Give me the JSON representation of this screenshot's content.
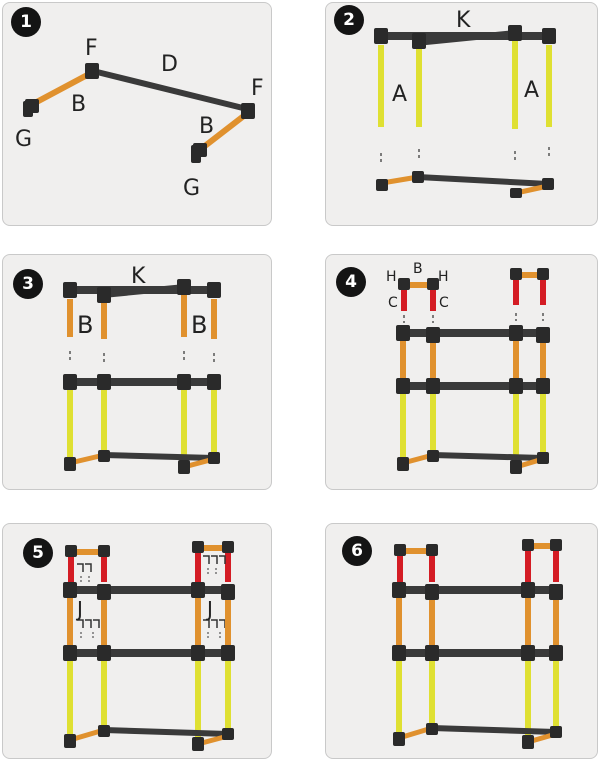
{
  "colors": {
    "pipe_dark": "#3a3a3a",
    "joint": "#2a2a2a",
    "orange": "#e0912e",
    "yellow": "#dfe032",
    "red": "#d41c24",
    "panel_bg": "#f0efee",
    "panel_border": "#c9c9c9",
    "badge_bg": "#141414"
  },
  "steps": [
    {
      "number": "1",
      "labels": {
        "f1": "F",
        "d": "D",
        "f2": "F",
        "b1": "B",
        "b2": "B",
        "g1": "G",
        "g2": "G"
      }
    },
    {
      "number": "2",
      "labels": {
        "k": "K",
        "a1": "A",
        "a2": "A"
      }
    },
    {
      "number": "3",
      "labels": {
        "k": "K",
        "b1": "B",
        "b2": "B"
      }
    },
    {
      "number": "4",
      "labels": {
        "h1": "H",
        "b": "B",
        "h2": "H",
        "c1": "C",
        "c2": "C"
      }
    },
    {
      "number": "5",
      "labels": {
        "j1": "J",
        "j2": "J"
      }
    },
    {
      "number": "6",
      "labels": {}
    }
  ]
}
